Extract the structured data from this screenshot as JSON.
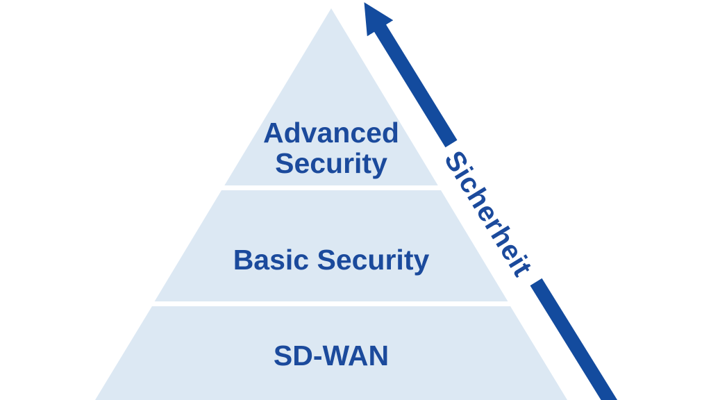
{
  "diagram": {
    "type": "pyramid",
    "levels": [
      {
        "id": "advanced-security",
        "label": "Advanced Security",
        "line1": "Advanced",
        "line2": "Security"
      },
      {
        "id": "basic-security",
        "label": "Basic Security"
      },
      {
        "id": "sd-wan",
        "label": "SD-WAN"
      }
    ],
    "arrow": {
      "label": "Sicherheit",
      "direction": "up"
    },
    "colors": {
      "level_fill": "#dce8f3",
      "label_text": "#1b4a9c",
      "arrow": "#134b9e",
      "background": "#ffffff"
    }
  }
}
